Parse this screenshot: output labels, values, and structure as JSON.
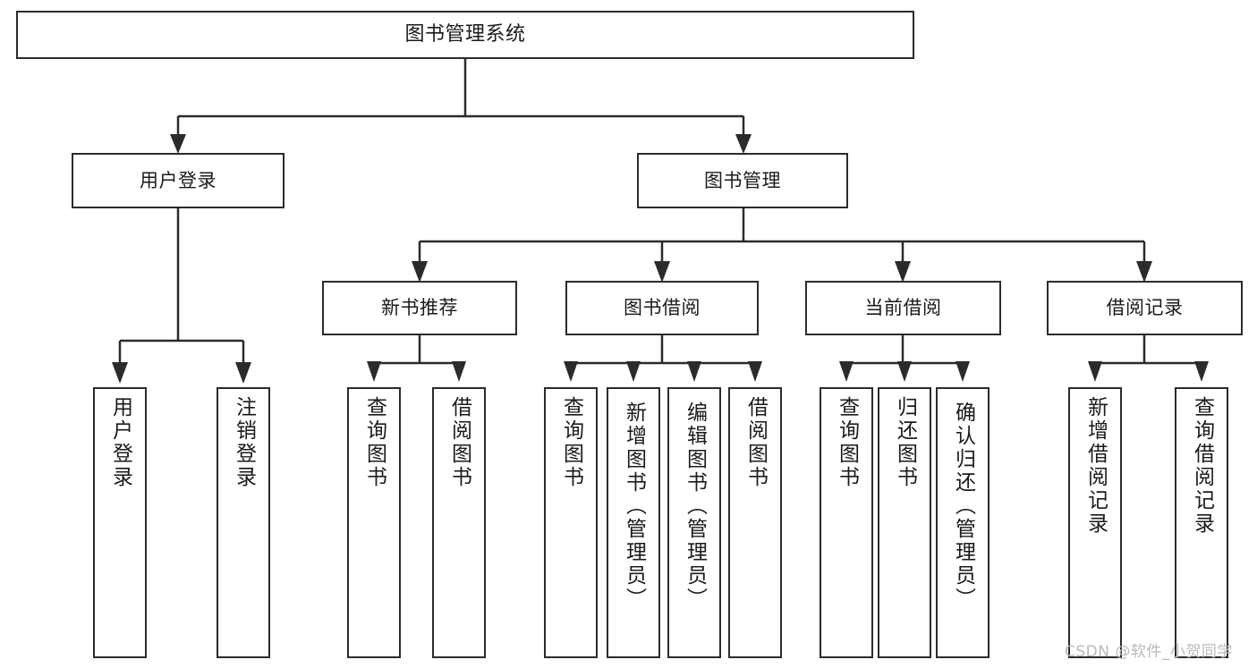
{
  "diagram": {
    "title": "图书管理系统",
    "type": "tree-hierarchy",
    "orientation": "top-down"
  },
  "nodes": {
    "root": {
      "label": "图书管理系统"
    },
    "level2": [
      {
        "id": "user-login",
        "label": "用户登录"
      },
      {
        "id": "book-manage",
        "label": "图书管理"
      }
    ],
    "level3": [
      {
        "id": "new-book-recommend",
        "label": "新书推荐"
      },
      {
        "id": "book-borrow",
        "label": "图书借阅"
      },
      {
        "id": "current-borrow",
        "label": "当前借阅"
      },
      {
        "id": "borrow-record",
        "label": "借阅记录"
      }
    ],
    "leaves": {
      "user_login": [
        {
          "id": "leaf-user-login",
          "label": "用户登录"
        },
        {
          "id": "leaf-logout-login",
          "label": "注销登录"
        }
      ],
      "new_book_recommend": [
        {
          "id": "leaf-query-book-1",
          "label": "查询图书"
        },
        {
          "id": "leaf-borrow-book-1",
          "label": "借阅图书"
        }
      ],
      "book_borrow": [
        {
          "id": "leaf-query-book-2",
          "label": "查询图书"
        },
        {
          "id": "leaf-add-book",
          "label": "新增图书（管理员）"
        },
        {
          "id": "leaf-edit-book",
          "label": "编辑图书（管理员）"
        },
        {
          "id": "leaf-borrow-book-2",
          "label": "借阅图书"
        }
      ],
      "current_borrow": [
        {
          "id": "leaf-query-book-3",
          "label": "查询图书"
        },
        {
          "id": "leaf-return-book",
          "label": "归还图书"
        },
        {
          "id": "leaf-confirm-return",
          "label": "确认归还（管理员）"
        }
      ],
      "borrow_record": [
        {
          "id": "leaf-add-record",
          "label": "新增借阅记录"
        },
        {
          "id": "leaf-query-record",
          "label": "查询借阅记录"
        }
      ]
    }
  },
  "watermark": {
    "text": "CSDN @软件_小贺同学"
  },
  "colors": {
    "border": "#2b2b2b",
    "background": "#ffffff",
    "text": "#1b1b1b",
    "watermark": "#b9b9b9"
  }
}
